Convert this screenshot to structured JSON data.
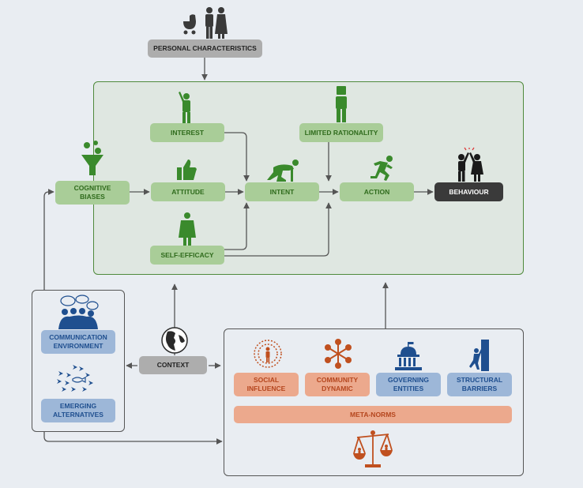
{
  "nodes": {
    "personal_characteristics": "PERSONAL CHARACTERISTICS",
    "interest": "INTEREST",
    "limited_rationality": "LIMITED RATIONALITY",
    "cognitive_biases": "COGNITIVE BIASES",
    "attitude": "ATTITUDE",
    "intent": "INTENT",
    "action": "ACTION",
    "behaviour": "BEHAVIOUR",
    "self_efficacy": "SELF-EFFICACY",
    "communication_environment": "COMMUNICATION ENVIRONMENT",
    "emerging_alternatives": "EMERGING ALTERNATIVES",
    "context": "CONTEXT",
    "social_influence": "SOCIAL INFLUENCE",
    "community_dynamic": "COMMUNITY DYNAMIC",
    "governing_entities": "GOVERNING ENTITIES",
    "structural_barriers": "STRUCTURAL BARRIERS",
    "meta_norms": "META-NORMS"
  },
  "colors": {
    "background": "#e9edf2",
    "green_box": "#a9cd98",
    "green_text": "#2f6b1c",
    "blue_box": "#9db7d8",
    "blue_text": "#1f4f8f",
    "orange_box": "#eca98d",
    "orange_text": "#b5461e",
    "grey_box": "#adadad",
    "dark_box": "#3a3a3a"
  },
  "icons": [
    "family-icon",
    "pointing-person-icon",
    "person-with-head-box-icon",
    "funnel-info-icon",
    "thumbs-up-icon",
    "crouching-runner-icon",
    "running-person-icon",
    "high-five-icon",
    "person-in-cape-icon",
    "speech-crowd-icon",
    "fish-school-icon",
    "globe-icon",
    "radiating-person-icon",
    "connected-people-icon",
    "government-building-icon",
    "climbing-wall-icon",
    "balance-scale-icon"
  ]
}
